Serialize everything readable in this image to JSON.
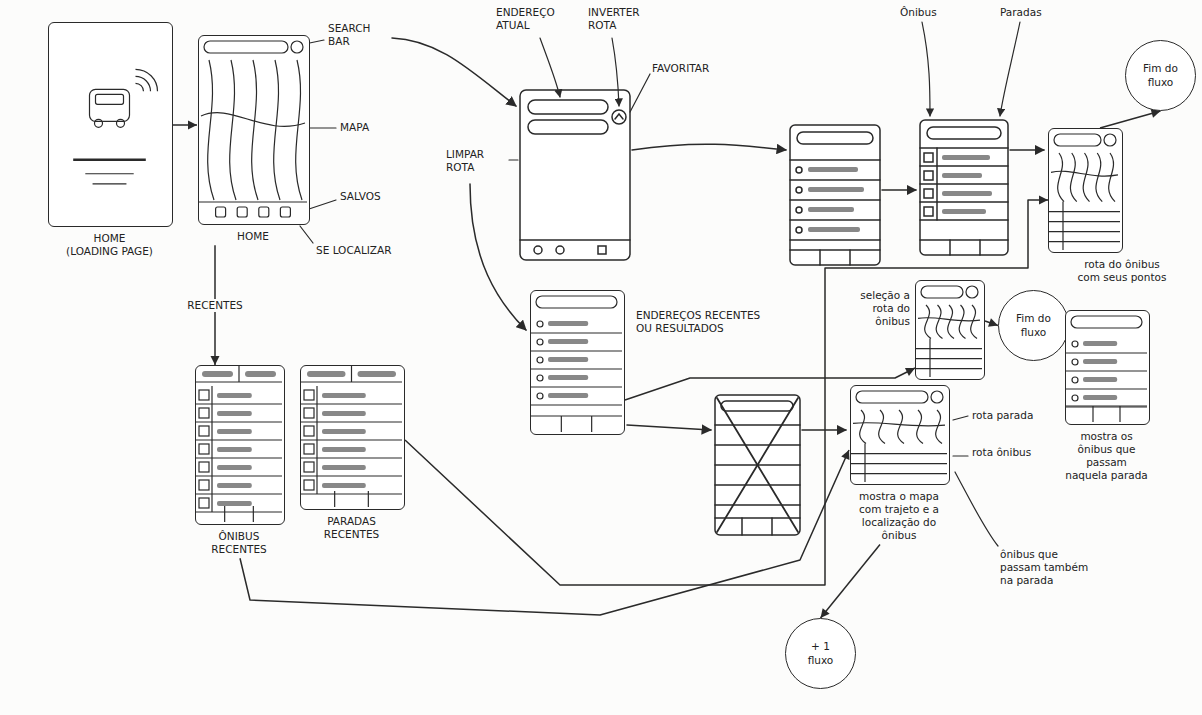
{
  "diagram": {
    "nodes": [
      {
        "text": [
          "HOME",
          "(LOADING PAGE)"
        ]
      },
      {
        "text": [
          "HOME"
        ]
      },
      {
        "text": [
          "ENDEREÇOS RECENTES OU RESULTADOS"
        ]
      },
      {
        "text": [
          "ÔNIBUS RECENTES"
        ]
      },
      {
        "text": [
          "PARADAS RECENTES"
        ]
      },
      {
        "text": [
          "rota do ônibus com seus pontos"
        ]
      },
      {
        "text": [
          "Fim do fluxo"
        ]
      },
      {
        "text": [
          "seleção a rota do ônibus"
        ]
      },
      {
        "text": [
          "Fim do fluxo"
        ]
      },
      {
        "text": [
          "mostra o mapa com trajeto e a localização do ônibus"
        ]
      },
      {
        "text": [
          "+ 1 fluxo"
        ]
      },
      {
        "text": [
          "mostra os ônibus que passam naquela parada"
        ]
      }
    ],
    "edges": [
      {
        "from": 0,
        "to": 1,
        "arrow": "to"
      },
      {
        "from": 1,
        "to": 3,
        "label": "RECENTES",
        "arrow": "to"
      },
      {
        "from": 3,
        "to": 9,
        "arrow": "to"
      },
      {
        "from": 4,
        "to": 5,
        "arrow": "to"
      },
      {
        "from": 2,
        "to": 7,
        "arrow": "to"
      },
      {
        "from": 5,
        "to": 6,
        "arrow": "to"
      },
      {
        "from": 7,
        "to": 8,
        "arrow": "to"
      },
      {
        "from": 9,
        "to": 10,
        "arrow": "to"
      }
    ],
    "labels": [
      "SEARCH BAR",
      "MAPA",
      "SALVOS",
      "SE LOCALIZAR",
      "ENDEREÇO ATUAL",
      "INVERTER ROTA",
      "FAVORITAR",
      "LIMPAR ROTA",
      "Ônibus",
      "Paradas",
      "rota parada",
      "rota ônibus",
      "ônibus que passam também na parada"
    ]
  }
}
